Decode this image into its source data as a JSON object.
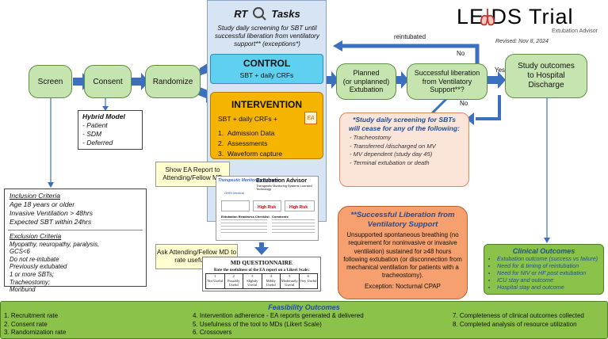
{
  "logo": {
    "title": "LE  DS Trial",
    "subtitle": "Extubation Advisor",
    "revised": "Revised: Nov 8, 2024"
  },
  "tasks": {
    "title_rt": "RT",
    "title_tasks": "Tasks",
    "text": "Study daily screening for SBT until successful liberation from ventilatory support** (exceptions*)"
  },
  "flow": {
    "screen": "Screen",
    "consent": "Consent",
    "randomize": "Randomize",
    "planned": "Planned\n(or unplanned)\nExtubation",
    "success": "Successful liberation\nfrom Ventilatory\nSupport**?",
    "outcomes": "Study outcomes\nto Hospital\nDischarge",
    "reintubated": "reintubated",
    "no1": "No",
    "yes": "Yes",
    "no2": "No"
  },
  "control": {
    "title": "CONTROL",
    "text": "SBT + daily CRFs"
  },
  "intervention": {
    "title": "INTERVENTION",
    "text": "SBT + daily CRFs +",
    "ea": "EA",
    "items": [
      "Admission Data",
      "Assessments",
      "Waveform capture"
    ]
  },
  "hybrid": {
    "title": "Hybrid Model",
    "items": [
      "- Patient",
      "- SDM",
      "- Deferred"
    ]
  },
  "inclusion": {
    "title": "Inclusion Criteria",
    "items": [
      "Age 18 years or older",
      "Invasive Ventilation > 48hrs",
      "Expected SBT within 24hrs"
    ]
  },
  "exclusion": {
    "title": "Exclusion Criteria",
    "items": [
      "Myopathy, neuropathy, paralysis,",
      "GCS<6",
      "Do not re-intubate",
      "Previously extubated",
      "1 or more SBTs;",
      "Tracheostomy;",
      "Moribund"
    ]
  },
  "cease": {
    "title": "*Study daily screening for SBTs will cease for any of the following:",
    "items": [
      "- Tracheostomy",
      "- Transferred /discharged on MV",
      "- MV dependent (study day 45)",
      "- Terminal extubation or death"
    ]
  },
  "liberation": {
    "title": "**Successful Liberation from Ventilatory Support",
    "text": "Unsupported spontaneous breathing (no requirement for noninvasive or invasive ventilation) sustained for ≥48 hours following extubation (or disconnection from mechanical ventilation for patients with a tracheostomy).",
    "exception": "Exception: Nocturnal CPAP"
  },
  "notes": {
    "show_ea": "Show EA Report to Attending/Fellow MD",
    "ask_md": "Ask Attending/Fellow MD to rate usefulness"
  },
  "report": {
    "company": "Therapeutic Monitoring Systems",
    "title": "Extubation Advisor",
    "subtitle": "Therapeutic Monitoring Systems Licensed Technology",
    "ohri": "OHRI Medical",
    "risk1": "High Risk",
    "risk2": "High Risk",
    "checklist": "Extubation Readiness Checklist",
    "comments": "Comments"
  },
  "md": {
    "title": "MD QUESTIONNAIRE",
    "question": "Rate the usefulness of the EA report on a Likert Scale:",
    "scale": [
      {
        "n": "1",
        "l": "Not Useful"
      },
      {
        "n": "2",
        "l": "Possibly Useful"
      },
      {
        "n": "3",
        "l": "Slightly Useful"
      },
      {
        "n": "4",
        "l": "Mildly Useful"
      },
      {
        "n": "5",
        "l": "Moderately Useful"
      },
      {
        "n": "6",
        "l": "Very Useful"
      }
    ]
  },
  "clinical": {
    "title": "Clinical Outcomes",
    "items": [
      "Extubation outcome (success vs failure)",
      "Need for & timing of reintubation",
      "Need for NIV or HF post extubation",
      "ICU stay and outcome",
      "Hospital stay and outcome"
    ]
  },
  "feasibility": {
    "title": "Feasibility Outcomes",
    "col1": [
      "1. Recruitment rate",
      "2. Consent rate",
      "3. Randomization rate"
    ],
    "col2": [
      "4. Intervention adherence - EA reports generated & delivered",
      "5. Usefulness of the tool to MDs (Likert Scale)",
      "6. Crossovers"
    ],
    "col3": [
      "7. Completeness of clinical outcomes collected",
      "8. Completed analysis of resource utilization"
    ]
  },
  "colors": {
    "green_fill": "#c6e4b0",
    "blue_arrow": "#3d6fbf",
    "control": "#5fd0f0",
    "intervention": "#f4b400",
    "salmon": "#f5a06e"
  }
}
